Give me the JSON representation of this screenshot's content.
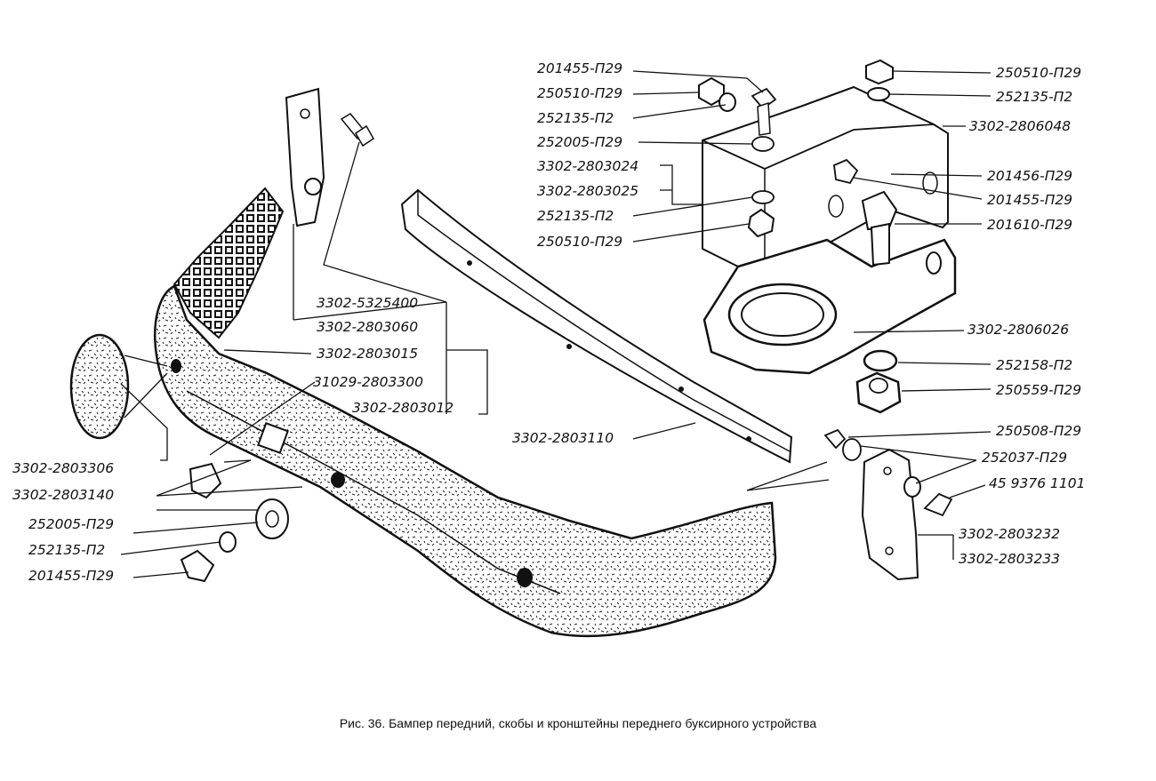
{
  "caption": "Рис. 36. Бампер передний, скобы и кронштейны переднего буксирного устройства",
  "labels": {
    "l01": "201455-П29",
    "l02": "250510-П29",
    "l03": "252135-П2",
    "l04": "252005-П29",
    "l05": "3302-2803024",
    "l06": "3302-2803025",
    "l07": "252135-П2",
    "l08": "250510-П29",
    "l09": "250510-П29",
    "l10": "252135-П2",
    "l11": "3302-2806048",
    "l12": "201456-П29",
    "l13": "201455-П29",
    "l14": "201610-П29",
    "l15": "3302-5325400",
    "l16": "3302-2803060",
    "l17": "3302-2803015",
    "l18": "31029-2803300",
    "l19": "3302-2803012",
    "l20": "3302-2806026",
    "l21": "252158-П2",
    "l22": "250559-П29",
    "l23": "3302-2803110",
    "l24": "250508-П29",
    "l25": "252037-П29",
    "l26": "45 9376 1101",
    "l27": "3302-2803306",
    "l28": "3302-2803140",
    "l29": "252005-П29",
    "l30": "252135-П2",
    "l31": "201455-П29",
    "l32": "3302-2803232",
    "l33": "3302-2803233"
  }
}
